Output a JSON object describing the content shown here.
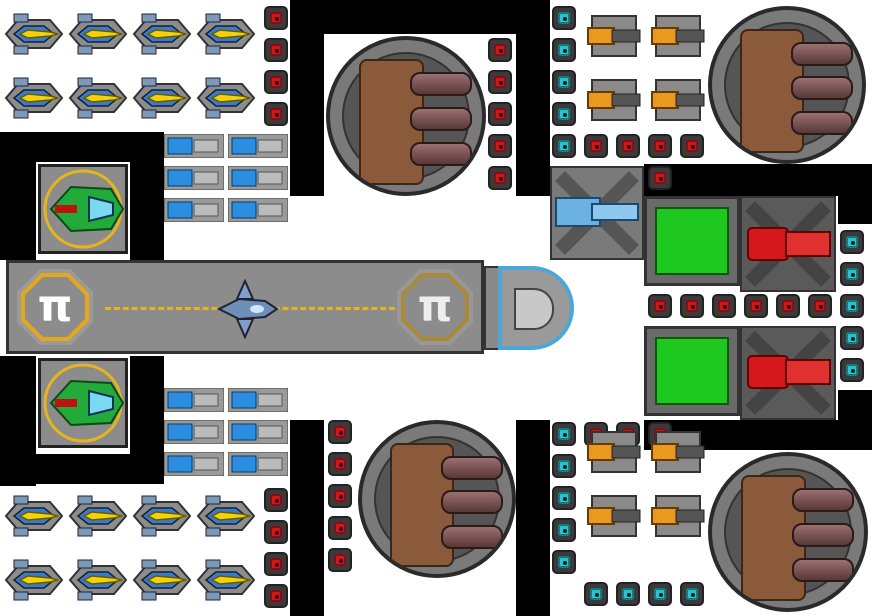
{
  "scene": "space-station-build-grid",
  "colors": {
    "background": "#ffffff",
    "wall": "#000000",
    "red_module": "#d0181c",
    "cyan_module": "#27c4cf",
    "runway": "#8c8c8c",
    "runway_stripe": "#e6b51a",
    "green_panel": "#1ec81e",
    "turret_body": "#8a5a3a"
  },
  "runway": {
    "label_left": "π",
    "label_right": "π"
  },
  "icons": {
    "fighter": "yellow-fighter-icon",
    "missile": "blue-missile-icon",
    "turret": "triple-cannon-turret-icon",
    "green_craft": "green-shuttle-icon",
    "jet": "blue-jet-icon"
  }
}
